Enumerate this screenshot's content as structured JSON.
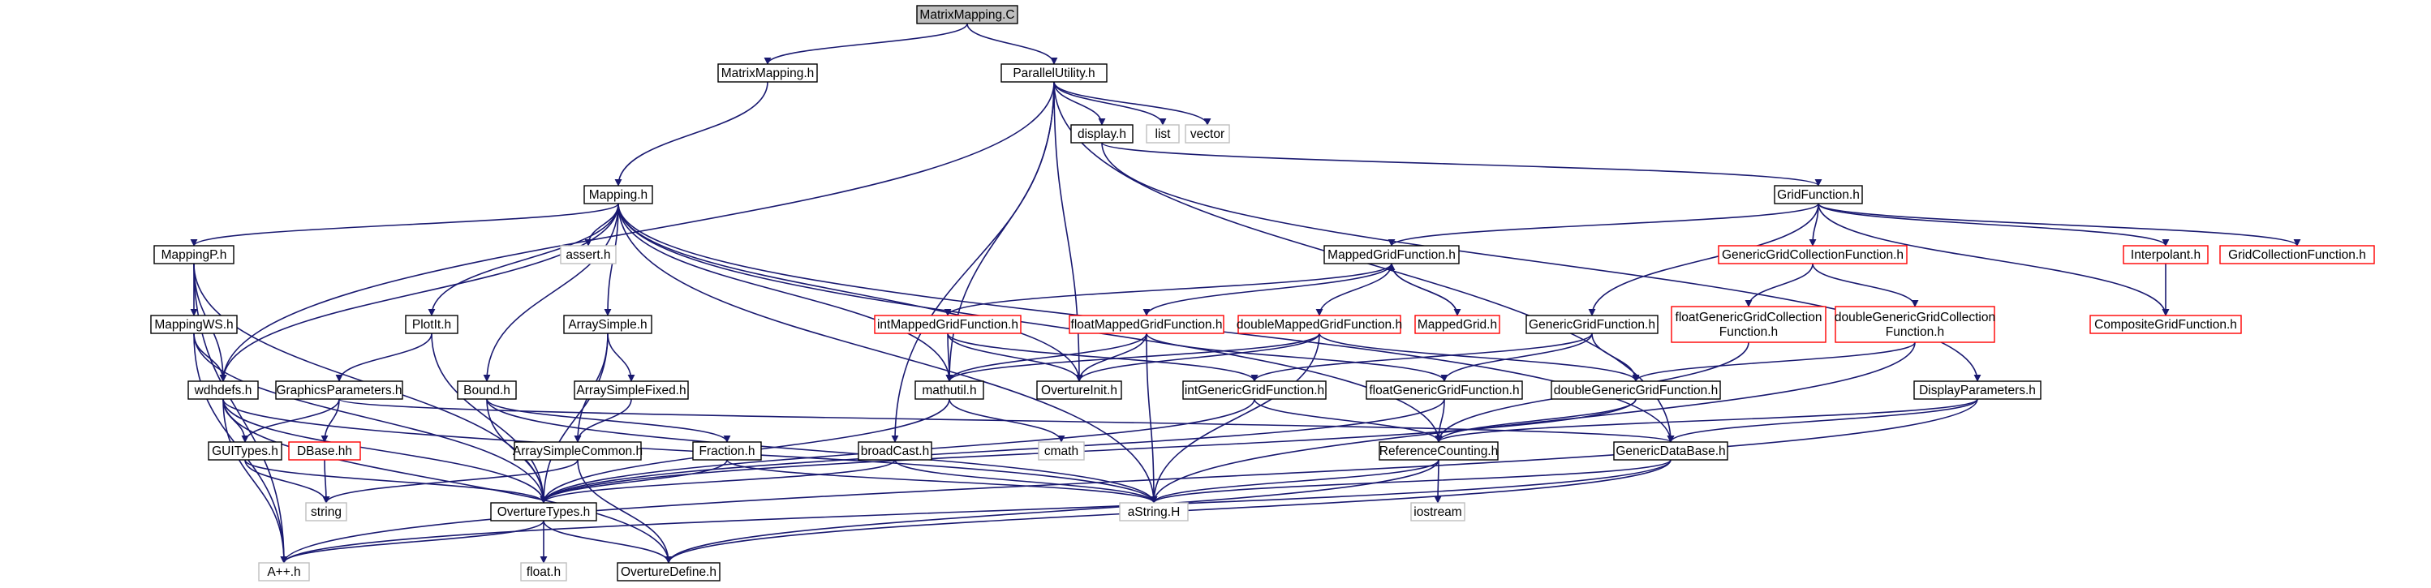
{
  "graph_title": "MatrixMapping.C",
  "colors": {
    "edge": "#191970",
    "edge_nodefile": "#000000",
    "border_normal": "#000000",
    "border_missing": "#ff0000",
    "border_system": "#bfbfbf",
    "root_fill": "#bfbfbf",
    "background": "#ffffff"
  },
  "nodes": [
    {
      "id": "matrixmapping_c",
      "label": "MatrixMapping.C",
      "style": "root"
    },
    {
      "id": "matrixmapping_h",
      "label": "MatrixMapping.h",
      "style": "normal"
    },
    {
      "id": "parallelutility_h",
      "label": "ParallelUtility.h",
      "style": "normal"
    },
    {
      "id": "display_h",
      "label": "display.h",
      "style": "normal"
    },
    {
      "id": "list",
      "label": "list",
      "style": "system"
    },
    {
      "id": "vector",
      "label": "vector",
      "style": "system"
    },
    {
      "id": "mapping_h",
      "label": "Mapping.h",
      "style": "normal"
    },
    {
      "id": "gridfunction_h",
      "label": "GridFunction.h",
      "style": "normal"
    },
    {
      "id": "mappingp_h",
      "label": "MappingP.h",
      "style": "normal"
    },
    {
      "id": "assert_h",
      "label": "assert.h",
      "style": "system"
    },
    {
      "id": "mappedgridfunction_h",
      "label": "MappedGridFunction.h",
      "style": "normal"
    },
    {
      "id": "genericgridcollectionfunction_h",
      "label": "GenericGridCollectionFunction.h",
      "style": "missing"
    },
    {
      "id": "interpolant_h",
      "label": "Interpolant.h",
      "style": "missing"
    },
    {
      "id": "gridcollectionfunction_h",
      "label": "GridCollectionFunction.h",
      "style": "missing"
    },
    {
      "id": "mappingws_h",
      "label": "MappingWS.h",
      "style": "normal"
    },
    {
      "id": "plotit_h",
      "label": "PlotIt.h",
      "style": "normal"
    },
    {
      "id": "arraysimple_h",
      "label": "ArraySimple.h",
      "style": "normal"
    },
    {
      "id": "intmappedgridfunction_h",
      "label": "intMappedGridFunction.h",
      "style": "missing"
    },
    {
      "id": "floatmappedgridfunction_h",
      "label": "floatMappedGridFunction.h",
      "style": "missing"
    },
    {
      "id": "doublemappedgridfunction_h",
      "label": "doubleMappedGridFunction.h",
      "style": "missing"
    },
    {
      "id": "mappedgrid_h",
      "label": "MappedGrid.h",
      "style": "missing"
    },
    {
      "id": "genericgridfunction_h",
      "label": "GenericGridFunction.h",
      "style": "normal"
    },
    {
      "id": "floatgenericgridcollectionfunction_h",
      "label": "floatGenericGridCollection\nFunction.h",
      "style": "missing"
    },
    {
      "id": "doublegenericgridcollectionfunction_h",
      "label": "doubleGenericGridCollection\nFunction.h",
      "style": "missing"
    },
    {
      "id": "compositegridfunction_h",
      "label": "CompositeGridFunction.h",
      "style": "missing"
    },
    {
      "id": "wdhdefs_h",
      "label": "wdhdefs.h",
      "style": "normal"
    },
    {
      "id": "graphicsparameters_h",
      "label": "GraphicsParameters.h",
      "style": "normal"
    },
    {
      "id": "bound_h",
      "label": "Bound.h",
      "style": "normal"
    },
    {
      "id": "arraysimplefixed_h",
      "label": "ArraySimpleFixed.h",
      "style": "normal"
    },
    {
      "id": "mathutil_h",
      "label": "mathutil.h",
      "style": "normal"
    },
    {
      "id": "overtureinit_h",
      "label": "OvertureInit.h",
      "style": "normal"
    },
    {
      "id": "intgenericgridfunction_h",
      "label": "intGenericGridFunction.h",
      "style": "normal"
    },
    {
      "id": "floatgenericgridfunction_h",
      "label": "floatGenericGridFunction.h",
      "style": "normal"
    },
    {
      "id": "doublegenericgridfunction_h",
      "label": "doubleGenericGridFunction.h",
      "style": "normal"
    },
    {
      "id": "displayparameters_h",
      "label": "DisplayParameters.h",
      "style": "normal"
    },
    {
      "id": "guitypes_h",
      "label": "GUITypes.h",
      "style": "normal"
    },
    {
      "id": "dbase_hh",
      "label": "DBase.hh",
      "style": "missing"
    },
    {
      "id": "arraysimplecommon_h",
      "label": "ArraySimpleCommon.h",
      "style": "normal"
    },
    {
      "id": "fraction_h",
      "label": "Fraction.h",
      "style": "normal"
    },
    {
      "id": "broadcast_h",
      "label": "broadCast.h",
      "style": "normal"
    },
    {
      "id": "cmath",
      "label": "cmath",
      "style": "system"
    },
    {
      "id": "referencecounting_h",
      "label": "ReferenceCounting.h",
      "style": "normal"
    },
    {
      "id": "genericdatabase_h",
      "label": "GenericDataBase.h",
      "style": "normal"
    },
    {
      "id": "string",
      "label": "string",
      "style": "system"
    },
    {
      "id": "overturetypes_h",
      "label": "OvertureTypes.h",
      "style": "normal"
    },
    {
      "id": "astring_h",
      "label": "aString.H",
      "style": "system"
    },
    {
      "id": "iostream",
      "label": "iostream",
      "style": "system"
    },
    {
      "id": "aplusplus_h",
      "label": "A++.h",
      "style": "system"
    },
    {
      "id": "float_h",
      "label": "float.h",
      "style": "system"
    },
    {
      "id": "overturedefine_h",
      "label": "OvertureDefine.h",
      "style": "normal"
    }
  ],
  "edges": [
    [
      "matrixmapping_c",
      "matrixmapping_h"
    ],
    [
      "matrixmapping_c",
      "parallelutility_h"
    ],
    [
      "matrixmapping_h",
      "mapping_h"
    ],
    [
      "parallelutility_h",
      "display_h"
    ],
    [
      "parallelutility_h",
      "list"
    ],
    [
      "parallelutility_h",
      "vector"
    ],
    [
      "parallelutility_h",
      "wdhdefs_h"
    ],
    [
      "parallelutility_h",
      "mathutil_h"
    ],
    [
      "parallelutility_h",
      "overtureinit_h"
    ],
    [
      "parallelutility_h",
      "broadcast_h"
    ],
    [
      "parallelutility_h",
      "genericdatabase_h"
    ],
    [
      "display_h",
      "gridfunction_h"
    ],
    [
      "display_h",
      "displayparameters_h"
    ],
    [
      "mapping_h",
      "mappingp_h"
    ],
    [
      "mapping_h",
      "assert_h"
    ],
    [
      "mapping_h",
      "plotit_h"
    ],
    [
      "mapping_h",
      "arraysimple_h"
    ],
    [
      "mapping_h",
      "bound_h"
    ],
    [
      "mapping_h",
      "wdhdefs_h"
    ],
    [
      "mapping_h",
      "mathutil_h"
    ],
    [
      "mapping_h",
      "overtureinit_h"
    ],
    [
      "mapping_h",
      "astring_h"
    ],
    [
      "mapping_h",
      "referencecounting_h"
    ],
    [
      "mapping_h",
      "genericdatabase_h"
    ],
    [
      "mappingp_h",
      "mappingws_h"
    ],
    [
      "mappingp_h",
      "wdhdefs_h"
    ],
    [
      "mappingp_h",
      "overturetypes_h"
    ],
    [
      "mappingp_h",
      "aplusplus_h"
    ],
    [
      "mappingws_h",
      "wdhdefs_h"
    ],
    [
      "mappingws_h",
      "overturetypes_h"
    ],
    [
      "mappingws_h",
      "aplusplus_h"
    ],
    [
      "plotit_h",
      "graphicsparameters_h"
    ],
    [
      "plotit_h",
      "overturetypes_h"
    ],
    [
      "arraysimple_h",
      "arraysimplefixed_h"
    ],
    [
      "arraysimple_h",
      "arraysimplecommon_h"
    ],
    [
      "arraysimple_h",
      "overturetypes_h"
    ],
    [
      "arraysimplefixed_h",
      "arraysimplecommon_h"
    ],
    [
      "bound_h",
      "fraction_h"
    ],
    [
      "bound_h",
      "overturetypes_h"
    ],
    [
      "bound_h",
      "astring_h"
    ],
    [
      "wdhdefs_h",
      "guitypes_h"
    ],
    [
      "wdhdefs_h",
      "overturetypes_h"
    ],
    [
      "wdhdefs_h",
      "aplusplus_h"
    ],
    [
      "wdhdefs_h",
      "astring_h"
    ],
    [
      "wdhdefs_h",
      "overturedefine_h"
    ],
    [
      "graphicsparameters_h",
      "guitypes_h"
    ],
    [
      "graphicsparameters_h",
      "dbase_hh"
    ],
    [
      "graphicsparameters_h",
      "genericdatabase_h"
    ],
    [
      "guitypes_h",
      "string"
    ],
    [
      "guitypes_h",
      "overturetypes_h"
    ],
    [
      "dbase_hh",
      "string"
    ],
    [
      "arraysimplecommon_h",
      "string"
    ],
    [
      "arraysimplecommon_h",
      "overturedefine_h"
    ],
    [
      "fraction_h",
      "overturetypes_h"
    ],
    [
      "fraction_h",
      "astring_h"
    ],
    [
      "broadcast_h",
      "overturetypes_h"
    ],
    [
      "broadcast_h",
      "astring_h"
    ],
    [
      "mathutil_h",
      "cmath"
    ],
    [
      "mathutil_h",
      "overturetypes_h"
    ],
    [
      "gridfunction_h",
      "mappedgridfunction_h"
    ],
    [
      "gridfunction_h",
      "genericgridcollectionfunction_h"
    ],
    [
      "gridfunction_h",
      "interpolant_h"
    ],
    [
      "gridfunction_h",
      "gridcollectionfunction_h"
    ],
    [
      "gridfunction_h",
      "compositegridfunction_h"
    ],
    [
      "gridfunction_h",
      "genericgridfunction_h"
    ],
    [
      "mappedgridfunction_h",
      "intmappedgridfunction_h"
    ],
    [
      "mappedgridfunction_h",
      "floatmappedgridfunction_h"
    ],
    [
      "mappedgridfunction_h",
      "doublemappedgridfunction_h"
    ],
    [
      "mappedgridfunction_h",
      "mappedgrid_h"
    ],
    [
      "mappedgrid_h",
      "mappedgridfunction_h"
    ],
    [
      "intmappedgridfunction_h",
      "mathutil_h"
    ],
    [
      "intmappedgridfunction_h",
      "overtureinit_h"
    ],
    [
      "intmappedgridfunction_h",
      "intgenericgridfunction_h"
    ],
    [
      "floatmappedgridfunction_h",
      "mathutil_h"
    ],
    [
      "floatmappedgridfunction_h",
      "overtureinit_h"
    ],
    [
      "floatmappedgridfunction_h",
      "astring_h"
    ],
    [
      "floatmappedgridfunction_h",
      "floatgenericgridfunction_h"
    ],
    [
      "doublemappedgridfunction_h",
      "mathutil_h"
    ],
    [
      "doublemappedgridfunction_h",
      "overtureinit_h"
    ],
    [
      "doublemappedgridfunction_h",
      "astring_h"
    ],
    [
      "doublemappedgridfunction_h",
      "doublegenericgridfunction_h"
    ],
    [
      "genericgridcollectionfunction_h",
      "floatgenericgridcollectionfunction_h"
    ],
    [
      "genericgridcollectionfunction_h",
      "doublegenericgridcollectionfunction_h"
    ],
    [
      "floatgenericgridcollectionfunction_h",
      "referencecounting_h"
    ],
    [
      "doublegenericgridcollectionfunction_h",
      "doublegenericgridfunction_h"
    ],
    [
      "doublegenericgridcollectionfunction_h",
      "astring_h"
    ],
    [
      "interpolant_h",
      "compositegridfunction_h"
    ],
    [
      "genericgridfunction_h",
      "intgenericgridfunction_h"
    ],
    [
      "genericgridfunction_h",
      "floatgenericgridfunction_h"
    ],
    [
      "genericgridfunction_h",
      "doublegenericgridfunction_h"
    ],
    [
      "intgenericgridfunction_h",
      "referencecounting_h"
    ],
    [
      "intgenericgridfunction_h",
      "overturetypes_h"
    ],
    [
      "floatgenericgridfunction_h",
      "referencecounting_h"
    ],
    [
      "floatgenericgridfunction_h",
      "overturetypes_h"
    ],
    [
      "doublegenericgridfunction_h",
      "referencecounting_h"
    ],
    [
      "doublegenericgridfunction_h",
      "overturetypes_h"
    ],
    [
      "displayparameters_h",
      "genericdatabase_h"
    ],
    [
      "displayparameters_h",
      "referencecounting_h"
    ],
    [
      "displayparameters_h",
      "aplusplus_h"
    ],
    [
      "referencecounting_h",
      "astring_h"
    ],
    [
      "referencecounting_h",
      "iostream"
    ],
    [
      "referencecounting_h",
      "overturedefine_h"
    ],
    [
      "genericdatabase_h",
      "astring_h"
    ],
    [
      "genericdatabase_h",
      "aplusplus_h"
    ],
    [
      "genericdatabase_h",
      "overturedefine_h"
    ],
    [
      "overturetypes_h",
      "aplusplus_h"
    ],
    [
      "overturetypes_h",
      "float_h"
    ],
    [
      "overturetypes_h",
      "overturedefine_h"
    ]
  ]
}
